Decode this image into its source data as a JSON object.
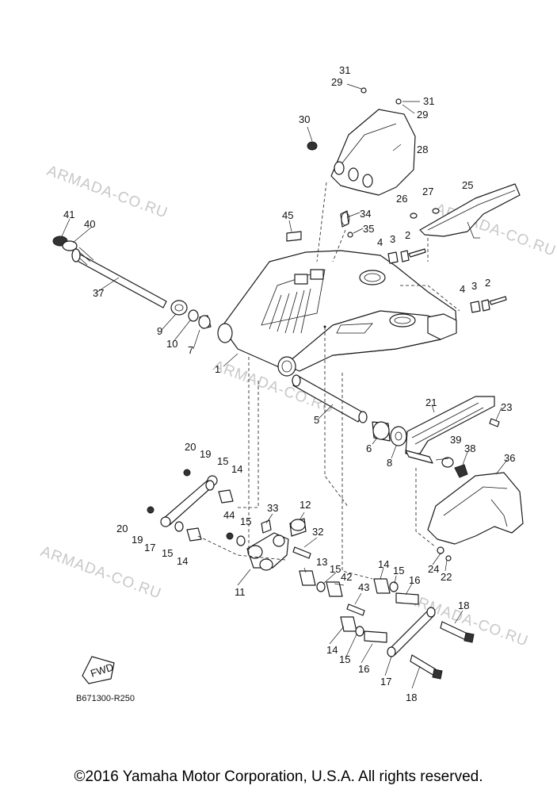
{
  "diagram": {
    "code": "B671300-R250",
    "copyright": "©2016 Yamaha Motor Corporation, U.S.A. All rights reserved.",
    "watermark": "ARMADA-CO.RU",
    "fwd_label": "FWD",
    "callouts": [
      "1",
      "2",
      "3",
      "4",
      "5",
      "6",
      "7",
      "8",
      "9",
      "10",
      "11",
      "12",
      "13",
      "14",
      "15",
      "16",
      "17",
      "18",
      "19",
      "20",
      "21",
      "22",
      "23",
      "24",
      "25",
      "26",
      "27",
      "28",
      "29",
      "30",
      "31",
      "32",
      "33",
      "34",
      "35",
      "36",
      "37",
      "38",
      "39",
      "40",
      "41",
      "42",
      "43",
      "44",
      "45"
    ],
    "colors": {
      "line": "#1a1a1a",
      "watermark": "#c8c8c8",
      "background": "#ffffff"
    }
  }
}
